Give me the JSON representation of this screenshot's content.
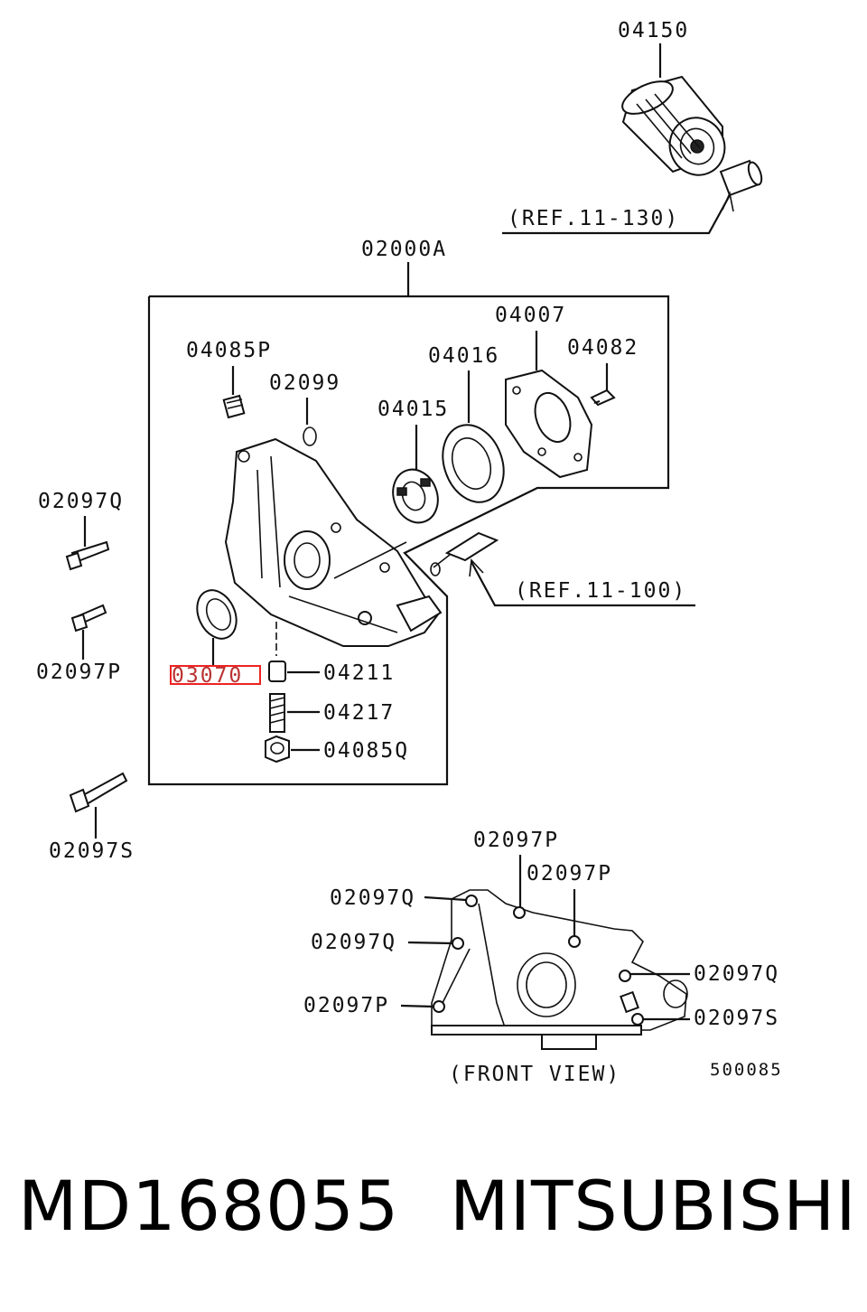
{
  "diagram": {
    "callouts": {
      "c04150": "04150",
      "ref_11_130": "(REF.11-130)",
      "c02000A": "02000A",
      "c04007": "04007",
      "c04082": "04082",
      "c04085P": "04085P",
      "c02099": "02099",
      "c04016": "04016",
      "c04015": "04015",
      "c02097Q_left": "02097Q",
      "c02097P_left": "02097P",
      "ref_11_100": "(REF.11-100)",
      "c03070": "03070",
      "c04211": "04211",
      "c04217": "04217",
      "c04085Q": "04085Q",
      "c02097S_left": "02097S",
      "fv_02097P_top": "02097P",
      "fv_02097P_top2": "02097P",
      "fv_02097Q_1": "02097Q",
      "fv_02097Q_2": "02097Q",
      "fv_02097Q_right": "02097Q",
      "fv_02097P_left": "02097P",
      "fv_02097S_right": "02097S"
    },
    "front_view_label": "(FRONT VIEW)",
    "diagram_code": "500085",
    "highlighted_callout": "03070"
  },
  "footer": {
    "part_number": "MD168055",
    "brand": "MITSUBISHI"
  }
}
